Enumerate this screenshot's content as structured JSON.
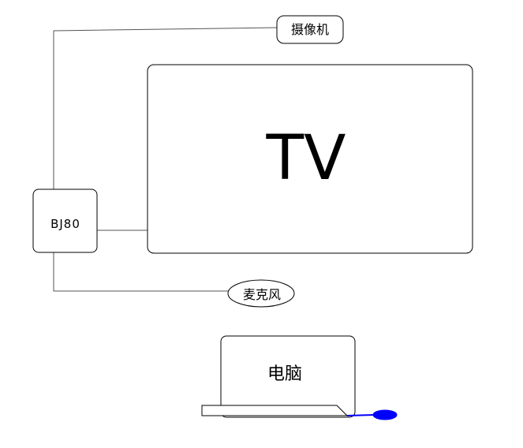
{
  "diagram": {
    "nodes": {
      "camera": {
        "label": "摄像机"
      },
      "tv": {
        "label": "TV"
      },
      "bj80": {
        "label": "BJ80"
      },
      "microphone": {
        "label": "麦克风"
      },
      "computer": {
        "label": "电脑"
      }
    },
    "colors": {
      "line": "#555555",
      "box_stroke": "#000000",
      "mouse": "#0000ff",
      "mouse_cable": "#0000ff"
    }
  }
}
